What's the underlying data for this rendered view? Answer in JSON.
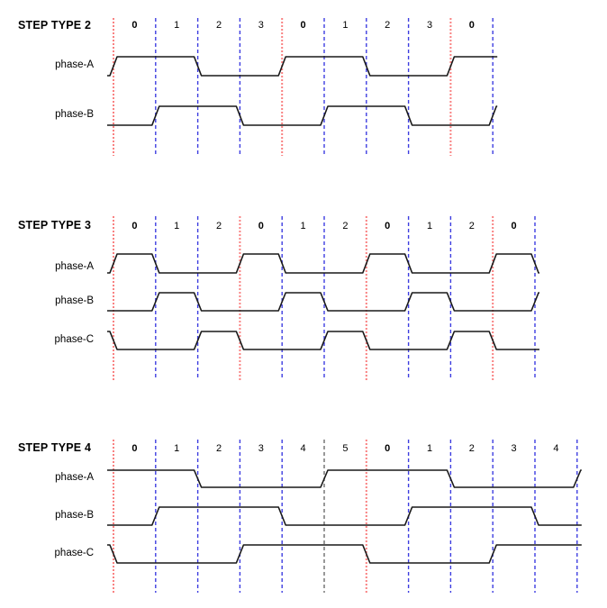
{
  "colors": {
    "cycle_start_line": "#f98282",
    "step_line": "#3d3de0",
    "special_line": "#555555",
    "waveform": "#191919",
    "text": "#000000"
  },
  "sections": [
    {
      "title": "STEP TYPE 2",
      "steps": [
        "0",
        "1",
        "2",
        "3",
        "0",
        "1",
        "2",
        "3",
        "0"
      ],
      "line_colors": [
        "red",
        "blue",
        "blue",
        "blue",
        "red",
        "blue",
        "blue",
        "blue",
        "red",
        "blue"
      ],
      "phases": [
        {
          "label": "phase-A",
          "start_level": 0,
          "levels": [
            1,
            1,
            0,
            0,
            1,
            1,
            0,
            0,
            1
          ],
          "end_level": 1
        },
        {
          "label": "phase-B",
          "start_level": 0,
          "levels": [
            0,
            1,
            1,
            0,
            0,
            1,
            1,
            0,
            0
          ],
          "end_level": 1
        }
      ]
    },
    {
      "title": "STEP TYPE 3",
      "steps": [
        "0",
        "1",
        "2",
        "0",
        "1",
        "2",
        "0",
        "1",
        "2",
        "0"
      ],
      "line_colors": [
        "red",
        "blue",
        "blue",
        "red",
        "blue",
        "blue",
        "red",
        "blue",
        "blue",
        "red",
        "blue"
      ],
      "phases": [
        {
          "label": "phase-A",
          "start_level": 0,
          "levels": [
            1,
            0,
            0,
            1,
            0,
            0,
            1,
            0,
            0,
            1
          ],
          "end_level": 0
        },
        {
          "label": "phase-B",
          "start_level": 0,
          "levels": [
            0,
            1,
            0,
            0,
            1,
            0,
            0,
            1,
            0,
            0
          ],
          "end_level": 1
        },
        {
          "label": "phase-C",
          "start_level": 1,
          "levels": [
            0,
            0,
            1,
            0,
            0,
            1,
            0,
            0,
            1,
            0
          ],
          "end_level": 0
        }
      ]
    },
    {
      "title": "STEP TYPE 4",
      "steps": [
        "0",
        "1",
        "2",
        "3",
        "4",
        "5",
        "0",
        "1",
        "2",
        "3",
        "4"
      ],
      "line_colors": [
        "red",
        "blue",
        "blue",
        "blue",
        "blue",
        "black",
        "red",
        "blue",
        "blue",
        "blue",
        "blue",
        "blue"
      ],
      "phases": [
        {
          "label": "phase-A",
          "start_level": 1,
          "levels": [
            1,
            1,
            0,
            0,
            0,
            1,
            1,
            1,
            0,
            0,
            0
          ],
          "end_level": 1
        },
        {
          "label": "phase-B",
          "start_level": 0,
          "levels": [
            0,
            1,
            1,
            1,
            0,
            0,
            0,
            1,
            1,
            1,
            0
          ],
          "end_level": 0
        },
        {
          "label": "phase-C",
          "start_level": 1,
          "levels": [
            0,
            0,
            0,
            1,
            1,
            1,
            0,
            0,
            0,
            1,
            1
          ],
          "end_level": 1
        }
      ]
    }
  ]
}
